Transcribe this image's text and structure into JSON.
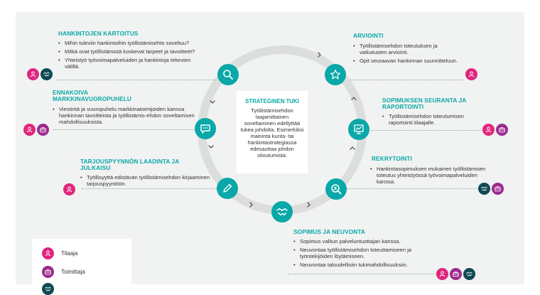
{
  "center": {
    "title": "STRATEGINEN TUKI",
    "body": "Työllistämisehdon laajamittainen soveltaminen edellyttää tukea johdolta. Esimerkiksi maininta kunta- tai hankintastrategiassa edesauttaa johdon sitoutumista."
  },
  "phases": [
    {
      "title": "HANKINTOJEN KARTOITUS",
      "items": [
        "Mihin tuleviin hankintoihin työllistämisehto soveltuu?",
        "Mitkä ovat työllistämistä koskevat tarpeet ja tavoitteet?",
        "Yhteistyö työvoimapalveluiden ja hankintoja tekevien välillä."
      ]
    },
    {
      "title": "ENNAKOIVA MARKKINAVUOROPUHELU",
      "items": [
        "Viestintä ja vuoropuhelu markkinatoimijoiden kanssa hankinnan tavoitteista ja työllistämis-ehdon soveltamisen mahdollisuuksista."
      ]
    },
    {
      "title": "TARJOUSPYYNNÖN LAADINTA JA JULKAISU",
      "items": [
        "Työllisyyttä edistävän työllistämisehdon kirjaaminen tarjouspyyntöön."
      ]
    },
    {
      "title": "SOPIMUS JA NEUVONTA",
      "items": [
        "Sopimus valitun palveluntuottajan kanssa.",
        "Neuvontaa työllistämisehdon toteuttamiseen ja työntekijöiden löytämiseen.",
        "Neuvontaa taloudellisiin tukimahdollisuuksiin."
      ]
    },
    {
      "title": "REKRYTOINTI",
      "items": [
        "Hankintasopimuksen mukainen työllistämisen toteutus yhteistyössä työvoimapalveluiden kanssa."
      ]
    },
    {
      "title": "SOPIMUKSEN SEURANTA JA RAPORTOINTI",
      "items": [
        "Työllistämisehdon toteutumisen raportointi tilaajalle."
      ]
    },
    {
      "title": "ARVIOINTI",
      "items": [
        "Työllistämisehdon toteutuksen ja vaikutusten arviointi.",
        "Opit seuraavan hankinnan suunnitteluun."
      ]
    }
  ],
  "icons": {
    "hubs": [
      "search-icon",
      "chat-icon",
      "pen-icon",
      "handshake-icon",
      "candidate-search-icon",
      "chart-icon",
      "star-icon"
    ],
    "roles": [
      "person-icon",
      "briefcase-icon",
      "handshake-icon"
    ]
  },
  "legend": [
    {
      "label": "Tilaaja",
      "color": "#e0267d"
    },
    {
      "label": "Toimittaja",
      "color": "#9c2a8e"
    },
    {
      "label": "",
      "color": "#0f4a52"
    }
  ],
  "colors": {
    "accent": "#0aa8a8",
    "tilaaja": "#e0267d",
    "toimittaja": "#9c2a8e",
    "employment_services": "#0f4a52",
    "ring": "#dcdede",
    "background": "#f1f2f2"
  }
}
